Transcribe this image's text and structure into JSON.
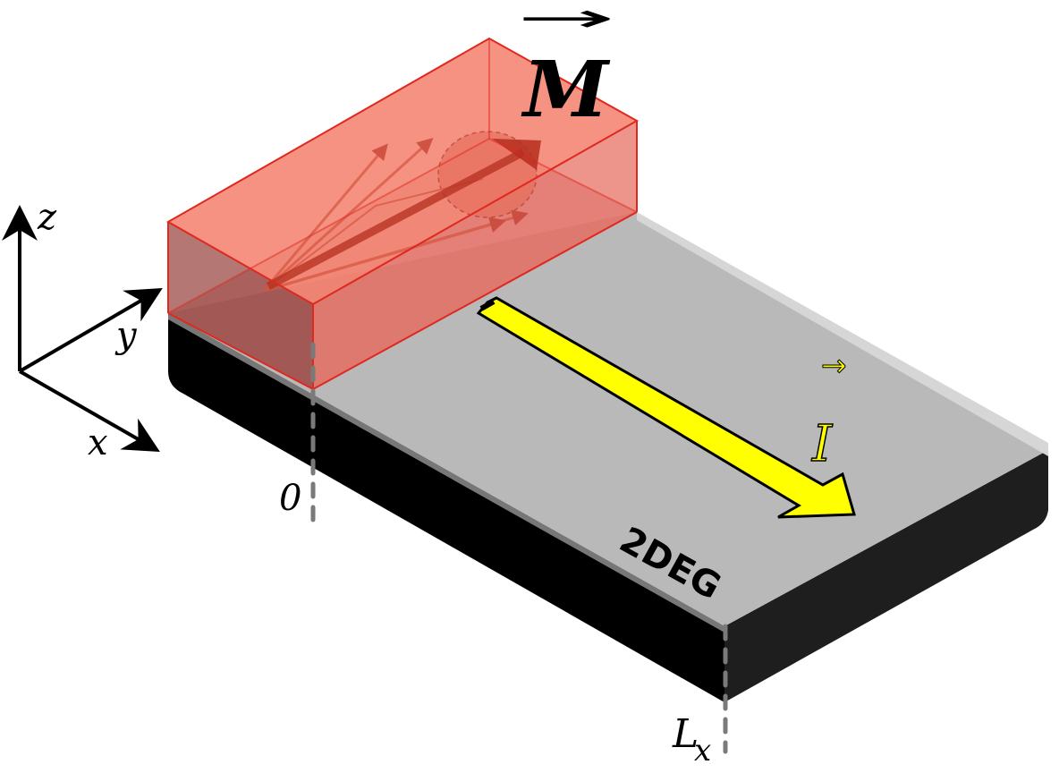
{
  "figure": {
    "type": "schematic",
    "description": "Ferromagnet on top of a 2DEG slab with current flow"
  },
  "axes": {
    "x_label": "x",
    "y_label": "y",
    "z_label": "z"
  },
  "magnet": {
    "label": "M",
    "vector_marker": "→",
    "color": "#f26b5b",
    "edge_color": "#e0281e"
  },
  "current": {
    "label": "I",
    "vector_marker": "→",
    "color": "#ffff00"
  },
  "slab": {
    "label": "2DEG",
    "top_color": "#b9b9b9",
    "side_color": "#111111"
  },
  "positions": {
    "start": "0",
    "end_main": "L",
    "end_sub": "x"
  },
  "colors": {
    "background": "#ffffff",
    "axes": "#000000",
    "dashed": "#7a7a7a"
  }
}
